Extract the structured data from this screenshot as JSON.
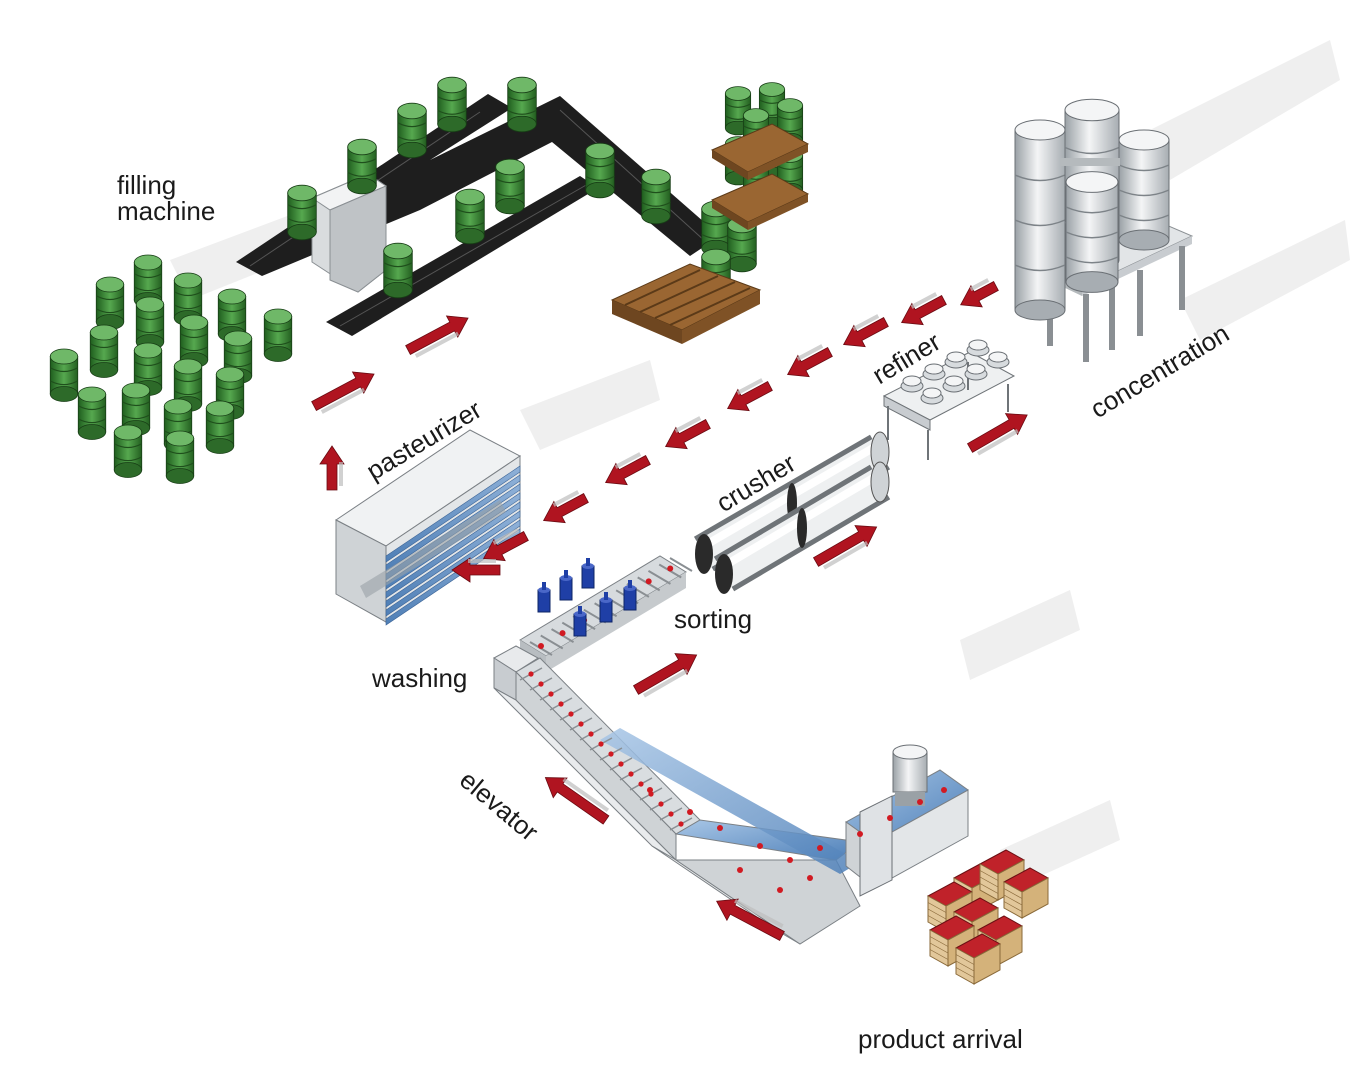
{
  "diagram": {
    "labels": {
      "filling_line1": "filling",
      "filling_line2": "machine",
      "pasteurizer": "pasteurizer",
      "crusher": "crusher",
      "refiner": "refiner",
      "concentration": "concentration",
      "sorting": "sorting",
      "washing": "washing",
      "elevator": "elevator",
      "product_arrival": "product arrival"
    },
    "colors": {
      "arrow": "#b01420",
      "barrel": "#3f8f3a",
      "conveyor": "#1e1e1e",
      "steel": "#cfd3d6",
      "water": "#5d8fc2",
      "tomato": "#d11a22",
      "motor": "#1f3fa6",
      "wood": "#8a5a2b",
      "shadow": "#eeeeee"
    },
    "icons": [
      "barrel-icon",
      "pallet-icon",
      "tank-icon",
      "arrow-icon",
      "crate-icon",
      "motor-icon"
    ]
  }
}
